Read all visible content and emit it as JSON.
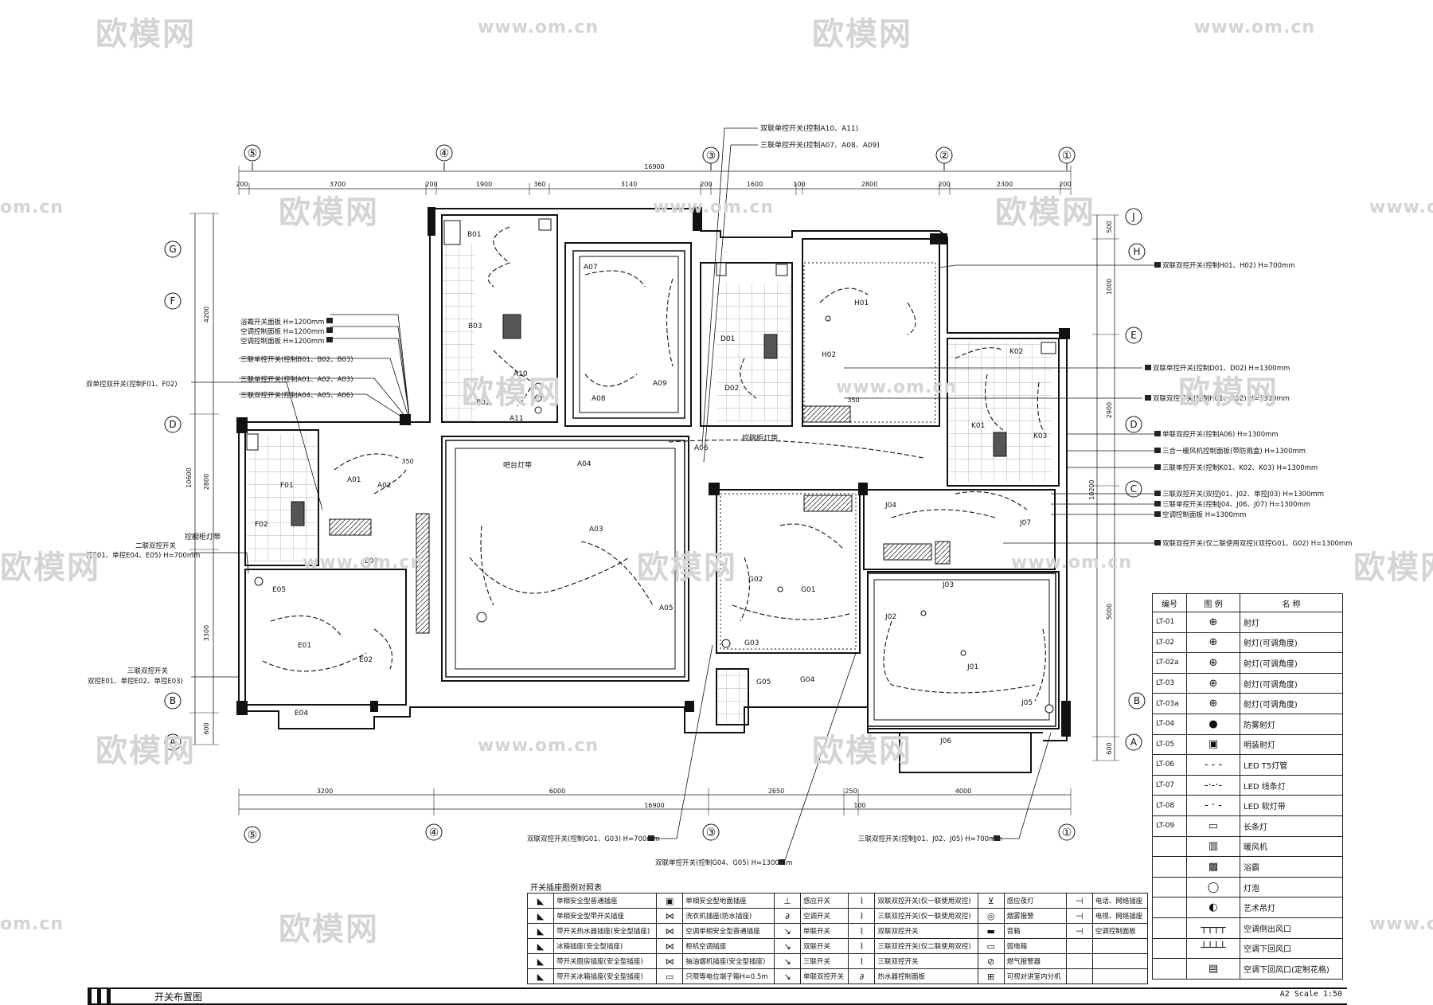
{
  "drawing": {
    "title": "开关布置图",
    "scale": "A2 Scale 1:50"
  },
  "watermark": {
    "logo": "欧模网",
    "url": "www.om.cn",
    "url_short": "om.cn"
  },
  "grid_axes": {
    "top": [
      "⑤",
      "④",
      "③",
      "②",
      "①"
    ],
    "bottom": [
      "⑤",
      "④",
      "③",
      "①"
    ],
    "left": [
      "G",
      "F",
      "D",
      "B",
      "A"
    ],
    "right": [
      "J",
      "H",
      "E",
      "D",
      "C",
      "B",
      "A"
    ]
  },
  "dimensions": {
    "top_overall": "16900",
    "top_segments": [
      "200",
      "3700",
      "200",
      "1900",
      "360",
      "3140",
      "200",
      "1600",
      "100",
      "2800",
      "200",
      "2300",
      "200"
    ],
    "bottom_overall": "16900",
    "bottom_segments": [
      "3200",
      "6000",
      "2650",
      "250",
      "4000"
    ],
    "bottom_extra": "100",
    "left_overall": "10600",
    "left_segments": [
      "4200",
      "2800",
      "3300",
      "600"
    ],
    "right_overall": "10200",
    "right_segments": [
      "500",
      "1000",
      "2900",
      "5000",
      "600"
    ],
    "small_350_a": "350",
    "small_350_b": "350"
  },
  "room_labels": {
    "B01": "B01",
    "B02": "B02",
    "B03": "B03",
    "A01": "A01",
    "A02": "A02",
    "A03": "A03",
    "A04": "A04",
    "A05": "A05",
    "A06": "A06",
    "A07": "A07",
    "A08": "A08",
    "A09": "A09",
    "A10": "A10",
    "A11": "A11",
    "D01": "D01",
    "D02": "D02",
    "H01": "H01",
    "H02": "H02",
    "K01": "K01",
    "K02": "K02",
    "K03": "K03",
    "F01": "F01",
    "F02": "F02",
    "E01": "E01",
    "E02": "E02",
    "E03": "E03",
    "E04": "E04",
    "E05": "E05",
    "G01": "G01",
    "G02": "G02",
    "G03": "G03",
    "G04": "G04",
    "G05": "G05",
    "J01": "J01",
    "J02": "J02",
    "J03": "J03",
    "J04": "J04",
    "J05": "J05",
    "J06": "J06",
    "J07": "J07"
  },
  "plan_notes": {
    "bar_light": "吧台灯带",
    "cabinet_light_a": "控碗柜灯带",
    "cabinet_light_b": "控橱柜灯带"
  },
  "annotations_top": [
    "双联单控开关(控制A10、A11)",
    "三联单控开关(控制A07、A08、A09)"
  ],
  "annotations_left": [
    "浴霸开关面板 H=1200mm",
    "空调控制面板 H=1200mm",
    "空调控制面板 H=1200mm",
    "三联单控开关(控制B01、B02、B03)",
    "三联单控开关(控制A01、A02、A03)",
    "三联双控开关(控制A04、A05、A06)",
    "双单控双开关(控制F01、F02)",
    "二联双控开关",
    "控E01、单控E04、E05) H=700mm",
    "三联双控开关",
    "双控E01、单控E02、单控E03)"
  ],
  "annotations_right": [
    "双联双控开关(控制H01、H02) H=700mm",
    "双联单控开关(控制D01、D02) H=1300mm",
    "双联双控开关(控制H01、H02) H=1300mm",
    "单联双控开关(控制A06) H=1300mm",
    "三合一暖风机控制面板(带防溅盒) H=1300mm",
    "三联单控开关(控制K01、K02、K03) H=1300mm",
    "三联双控开关(双控J01、J02、单控J03) H=1300mm",
    "三联单控开关(控制J04、J06、J07) H=1300mm",
    "空调控制面板 H=1300mm",
    "双联双控开关(仅二联使用双控)(双控G01、G02) H=1300mm"
  ],
  "annotations_bottom": [
    "双联双控开关(控制G01、G03) H=700mm",
    "双联单控开关(控制G04、G05) H=1300mm",
    "三联双控开关(控制J01、J02、J05) H=700mm"
  ],
  "light_legend": {
    "headers": [
      "编号",
      "图 例",
      "名 称"
    ],
    "rows": [
      {
        "code": "LT-01",
        "sym": "⊕",
        "name": "射灯"
      },
      {
        "code": "LT-02",
        "sym": "⊕",
        "name": "射灯(可调角度)"
      },
      {
        "code": "LT-02a",
        "sym": "⊕",
        "name": "射灯(可调角度)"
      },
      {
        "code": "LT-03",
        "sym": "⊕",
        "name": "射灯(可调角度)"
      },
      {
        "code": "LT-03a",
        "sym": "⊕",
        "name": "射灯(可调角度)"
      },
      {
        "code": "LT-04",
        "sym": "●",
        "name": "防雾射灯"
      },
      {
        "code": "LT-05",
        "sym": "▣",
        "name": "明装射灯"
      },
      {
        "code": "LT-06",
        "sym": "- - -",
        "name": "LED T5灯管"
      },
      {
        "code": "LT-07",
        "sym": "-·-·-",
        "name": "LED 线条灯"
      },
      {
        "code": "LT-08",
        "sym": "- · -",
        "name": "LED 软灯带"
      },
      {
        "code": "LT-09",
        "sym": "▭",
        "name": "长条灯"
      },
      {
        "code": "",
        "sym": "▥",
        "name": "暖风机"
      },
      {
        "code": "",
        "sym": "▩",
        "name": "浴霸"
      },
      {
        "code": "",
        "sym": "◯",
        "name": "灯泡"
      },
      {
        "code": "",
        "sym": "◐",
        "name": "艺术吊灯"
      },
      {
        "code": "",
        "sym": "┬┬┬┬",
        "name": "空调侧出风口"
      },
      {
        "code": "",
        "sym": "┴┴┴┴",
        "name": "空调下回风口"
      },
      {
        "code": "",
        "sym": "▤",
        "name": "空调下回风口(定制花格)"
      }
    ]
  },
  "switch_legend": {
    "title": "开关插座图例对照表",
    "rows": [
      [
        {
          "i": "◣",
          "t": "单相安全型普通插座"
        },
        {
          "i": "▣",
          "t": "单相安全型地面插座"
        },
        {
          "i": "⊥",
          "t": "感应开关"
        },
        {
          "i": "⌇",
          "t": "双联双控开关(仅一联使用双控)"
        },
        {
          "i": "⊻",
          "t": "感应夜灯"
        },
        {
          "i": "⊣",
          "t": "电话、网络插座"
        }
      ],
      [
        {
          "i": "◣",
          "t": "单相安全型带开关插座"
        },
        {
          "i": "⋈",
          "t": "洗衣机插座(防水插座)"
        },
        {
          "i": "∂",
          "t": "空调开关"
        },
        {
          "i": "⌇",
          "t": "三联双控开关(仅一联使用双控)"
        },
        {
          "i": "◎",
          "t": "烟雾报警"
        },
        {
          "i": "⊣",
          "t": "电视、网络插座"
        }
      ],
      [
        {
          "i": "◣",
          "t": "带开关热水器插座(安全型插座)"
        },
        {
          "i": "⋈",
          "t": "空调单相安全型普通插座"
        },
        {
          "i": "↘",
          "t": "单联开关"
        },
        {
          "i": "⌇",
          "t": "双联双控开关"
        },
        {
          "i": "▬",
          "t": "音箱"
        },
        {
          "i": "⊣",
          "t": "空调控制面板"
        }
      ],
      [
        {
          "i": "◣",
          "t": "冰箱插座(安全型插座)"
        },
        {
          "i": "⋈",
          "t": "柜机空调插座"
        },
        {
          "i": "↘",
          "t": "双联开关"
        },
        {
          "i": "⌇",
          "t": "三联双控开关(仅二联使用双控)"
        },
        {
          "i": "▭",
          "t": "弱电箱"
        },
        {
          "i": "",
          "t": ""
        }
      ],
      [
        {
          "i": "◣",
          "t": "带开关厨房插座(安全型插座)"
        },
        {
          "i": "⋈",
          "t": "抽油烟机插座(安全型插座)"
        },
        {
          "i": "↘",
          "t": "三联开关"
        },
        {
          "i": "⌇",
          "t": "三联双控开关"
        },
        {
          "i": "⊘",
          "t": "燃气报警器"
        },
        {
          "i": "",
          "t": ""
        }
      ],
      [
        {
          "i": "◣",
          "t": "带开关冰箱插座(安全型插座)"
        },
        {
          "i": "▭",
          "t": "只限等电位端子箱H=0.5m"
        },
        {
          "i": "↘",
          "t": "单联双控开关"
        },
        {
          "i": "∂",
          "t": "热水器控制面板"
        },
        {
          "i": "⊞",
          "t": "可视对讲室内分机"
        },
        {
          "i": "",
          "t": ""
        }
      ]
    ]
  }
}
